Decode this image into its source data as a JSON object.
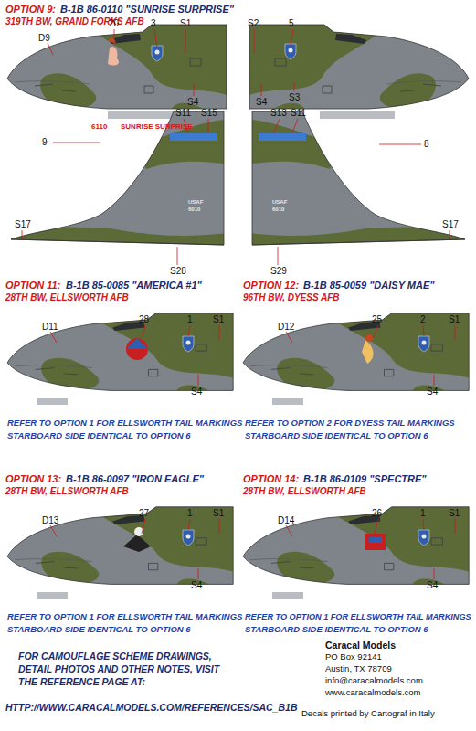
{
  "diagram": {
    "labels": [
      "OPTION 9:",
      "B-1B 86-0110 \"SUNRISE SURPRISE\"",
      "319TH BW, GRAND FORKS AFB",
      "D9",
      "20",
      "3",
      "S1",
      "S2",
      "5",
      "S4",
      "S4",
      "S3",
      "6110",
      "SUNRISE SURPRISE",
      "S11",
      "S15",
      "S13",
      "S11",
      "9",
      "8",
      "USAF",
      "6010",
      "USAF",
      "6010",
      "S17",
      "S17",
      "S28",
      "S29",
      "OPTION 11:",
      "B-1B 85-0085 \"AMERICA #1\"",
      "28TH BW, ELLSWORTH AFB",
      "D11",
      "28",
      "1",
      "S1",
      "S4",
      "REFER TO OPTION 1 FOR ELLSWORTH TAIL MARKINGS",
      "STARBOARD SIDE IDENTICAL TO OPTION 6",
      "OPTION 12:",
      "B-1B 85-0059 \"DAISY MAE\"",
      "96TH BW, DYESS AFB",
      "D12",
      "25",
      "2",
      "S1",
      "S4",
      "REFER TO OPTION 2 FOR DYESS TAIL MARKINGS",
      "STARBOARD SIDE IDENTICAL TO OPTION 6",
      "OPTION 13:",
      "B-1B 86-0097 \"IRON EAGLE\"",
      "28TH BW, ELLSWORTH AFB",
      "D13",
      "27",
      "1",
      "S1",
      "S4",
      "REFER TO OPTION 1 FOR ELLSWORTH TAIL MARKINGS",
      "STARBOARD SIDE IDENTICAL TO OPTION 6",
      "OPTION 14:",
      "B-1B 86-0109 \"SPECTRE\"",
      "28TH BW, ELLSWORTH AFB",
      "D14",
      "26",
      "1",
      "S1",
      "S4",
      "REFER TO OPTION 1 FOR ELLSWORTH TAIL MARKINGS",
      "STARBOARD SIDE IDENTICAL TO OPTION 6",
      "FOR CAMOUFLAGE SCHEME DRAWINGS,",
      "DETAIL PHOTOS AND OTHER NOTES, VISIT",
      "THE REFERENCE PAGE AT:",
      "HTTP://WWW.CARACALMODELS.COM/REFERENCES/SAC_B1B",
      "Caracal Models",
      "PO Box 92141",
      "Austin, TX 78709",
      "info@caracalmodels.com",
      "www.caracalmodels.com",
      "Decals printed by Cartograf in Italy"
    ]
  }
}
